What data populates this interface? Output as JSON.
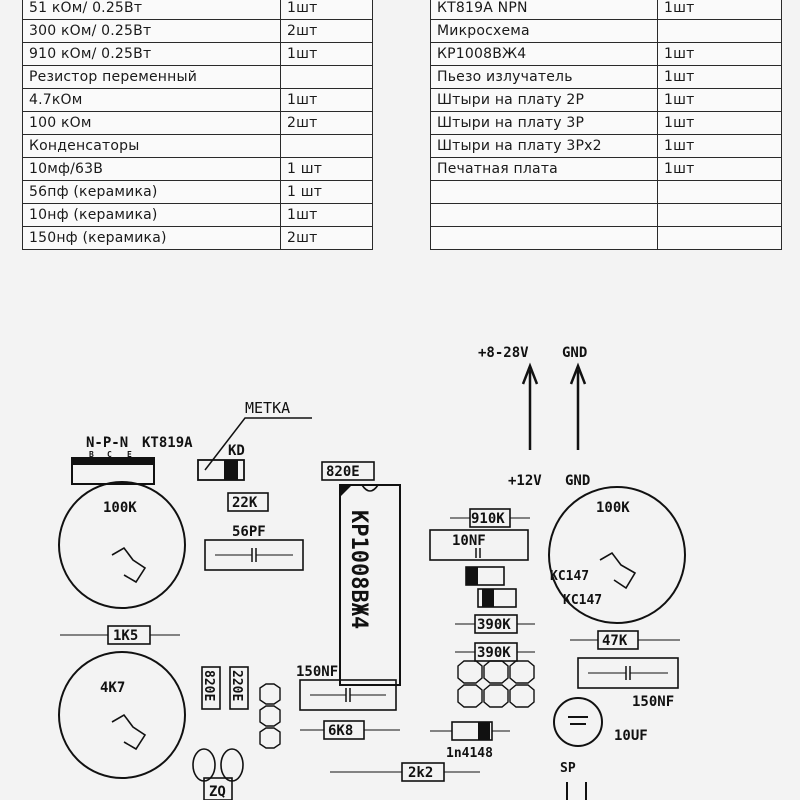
{
  "table_left": {
    "rows": [
      {
        "name": "51 кОм/ 0.25Вт",
        "qty": "1шт"
      },
      {
        "name": "300 кОм/ 0.25Вт",
        "qty": "2шт"
      },
      {
        "name": "910 кОм/ 0.25Вт",
        "qty": "1шт"
      },
      {
        "name": "Резистор  переменный",
        "qty": ""
      },
      {
        "name": "4.7кОм",
        "qty": "1шт"
      },
      {
        "name": "100 кОм",
        "qty": "2шт"
      },
      {
        "name": "Конденсаторы",
        "qty": ""
      },
      {
        "name": "10мф/63В",
        "qty": "1 шт"
      },
      {
        "name": "56пф  (керамика)",
        "qty": "1 шт"
      },
      {
        "name": "10нф  (керамика)",
        "qty": "1шт"
      },
      {
        "name": "150нф (керамика)",
        "qty": "2шт"
      }
    ]
  },
  "table_right": {
    "rows": [
      {
        "name": "КТ819А  NPN",
        "qty": "1шт"
      },
      {
        "name": "Микросхема",
        "qty": ""
      },
      {
        "name": "КР1008ВЖ4",
        "qty": "1шт"
      },
      {
        "name": "Пьезо излучатель",
        "qty": "1шт"
      },
      {
        "name": "Штыри на плату 2Р",
        "qty": "1шт"
      },
      {
        "name": "Штыри на плату 3Р",
        "qty": "1шт"
      },
      {
        "name": "Штыри на плату 3Рх2",
        "qty": "1шт"
      },
      {
        "name": "Печатная плата",
        "qty": "1шт"
      },
      {
        "name": "",
        "qty": ""
      },
      {
        "name": "",
        "qty": ""
      },
      {
        "name": "",
        "qty": ""
      }
    ]
  },
  "pcb": {
    "metka": "МЕТКА",
    "npn": "N-P-N",
    "transistor": "КТ819А",
    "kd": "KD",
    "pin_labels": [
      "B",
      "C",
      "E"
    ],
    "pot_left_top": "100K",
    "pot_left_bottom": "4K7",
    "pot_right": "100K",
    "r_22k": "22K",
    "c_56pf": "56PF",
    "r_820e_top": "820E",
    "ic": "КР1008ВЖ4",
    "r_1k5": "1K5",
    "r_820e_v": "820E",
    "r_220e_v": "220E",
    "c_150nf_left": "150NF",
    "r_6k8": "6K8",
    "r_2k2": "2k2",
    "zq": "ZQ",
    "vplus": "+8-28V",
    "gnd_top": "GND",
    "v12": "+12V",
    "gnd_mid": "GND",
    "r_910k": "910K",
    "c_10nf": "10NF",
    "kc147_a": "KC147",
    "kc147_b": "KC147",
    "r_390k_a": "390K",
    "r_390k_b": "390K",
    "r_47k": "47K",
    "c_150nf_right": "150NF",
    "c_10uf": "10UF",
    "d_1n4148": "1n4148",
    "sp": "SP"
  }
}
